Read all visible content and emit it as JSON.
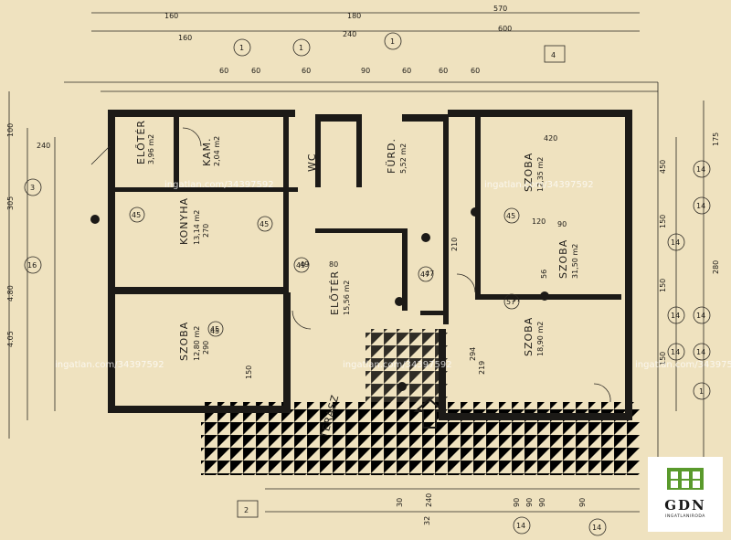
{
  "rooms": [
    {
      "name": "SZOBA",
      "area": "12,80 m2"
    },
    {
      "name": "KONYHA",
      "area": "13,14 m2"
    },
    {
      "name": "ELŐTÉR",
      "area": "15,56 m2"
    },
    {
      "name": "ELŐTÉR",
      "area": "3,96 m2"
    },
    {
      "name": "KAM.",
      "area": "2,04 m2"
    },
    {
      "name": "WC",
      "area": ""
    },
    {
      "name": "FÜRD.",
      "area": "5,52 m2"
    },
    {
      "name": "SZOBA",
      "area": "12,35 m2"
    },
    {
      "name": "SZOBA",
      "area": "31,50 m2"
    },
    {
      "name": "SZOBA",
      "area": "18,90 m2"
    },
    {
      "name": "TERASZ",
      "area": ""
    }
  ],
  "dimensions": {
    "top_row1": [
      "160",
      "180",
      "570"
    ],
    "top_row2": [
      "160",
      "240",
      "600"
    ],
    "top_tick_row": [
      "60",
      "60",
      "60",
      "90",
      "60",
      "60",
      "60"
    ],
    "left": [
      "100",
      "305",
      "4.80",
      "4.05",
      "240"
    ],
    "right": [
      "175",
      "280",
      "450",
      "150",
      "150",
      "150"
    ],
    "bottom": [
      "32",
      "30",
      "240",
      "90",
      "90",
      "90",
      "90"
    ],
    "interior": [
      "290",
      "270",
      "219",
      "294",
      "420",
      "56",
      "210",
      "150",
      "45",
      "47",
      "57",
      "49",
      "120",
      "80",
      "90"
    ]
  },
  "markers": {
    "circle_numbers": [
      "1",
      "1",
      "1",
      "3",
      "16",
      "14",
      "14",
      "14",
      "14",
      "14",
      "14",
      "14",
      "14",
      "14",
      "1"
    ],
    "boxed_numbers": [
      "4",
      "2"
    ],
    "wall_thickness": [
      "45",
      "45",
      "45",
      "45",
      "57",
      "49",
      "47"
    ]
  },
  "watermarks": [
    "ingatlan.com/34397592",
    "ingatlan.com/34397592",
    "ingatlan.com/34397592",
    "ingatlan.com/34397592",
    "ingatlan.com/34397592"
  ],
  "logo": {
    "text": "GDN",
    "subtitle": "INGATLANIRODA"
  },
  "colors": {
    "paper": "#efe2bf",
    "ink": "#1c1a17",
    "logo_green": "#5a9a2c"
  }
}
